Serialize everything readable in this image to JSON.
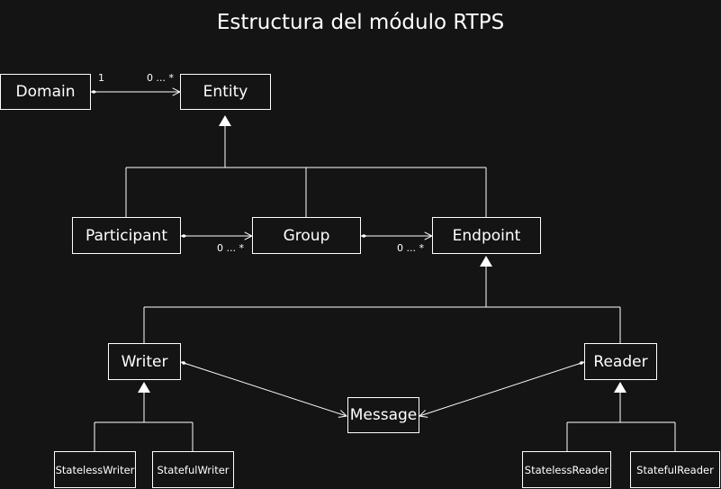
{
  "title": "Estructura del módulo RTPS",
  "nodes": {
    "domain": "Domain",
    "entity": "Entity",
    "participant": "Participant",
    "group": "Group",
    "endpoint": "Endpoint",
    "writer": "Writer",
    "reader": "Reader",
    "message": "Message",
    "stateless_writer": "StatelessWriter",
    "stateful_writer": "StatefulWriter",
    "stateless_reader": "StatelessReader",
    "stateful_reader": "StatefulReader"
  },
  "multiplicities": {
    "domain_side": "1",
    "entity_side": "0 ... *",
    "group_side": "0 ... *",
    "endpoint_side": "0 ... *"
  },
  "colors": {
    "background": "#141414",
    "stroke": "#ffffff",
    "text": "#ffffff"
  }
}
